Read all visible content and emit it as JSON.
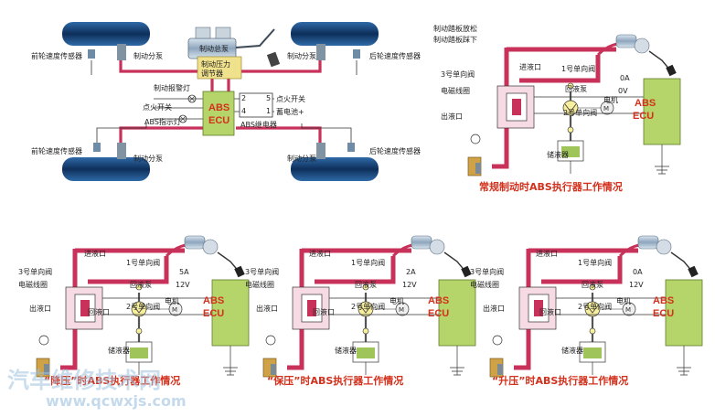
{
  "top_diagram": {
    "left_sensor_top": "前轮速度传感器",
    "left_pump_top": "制动分泵",
    "master_cyl": "制动总泵",
    "regulator_1": "制动压力",
    "regulator_2": "调节器",
    "right_pump_top": "制动分泵",
    "right_sensor_top": "后轮速度传感器",
    "warning_lamp": "制动报警灯",
    "ign_switch_left": "点火开关",
    "abs_lamp": "ABS指示灯",
    "relay": "ABS继电器",
    "ign_switch_right": "点火开关",
    "battery": "蓄电池+",
    "ecu1": "ABS",
    "ecu2": "ECU",
    "left_sensor_bot": "前轮速度传感器",
    "left_pump_bot": "制动分泵",
    "right_pump_bot": "制动分泵",
    "right_sensor_bot": "后轮速度传感器",
    "relay_pin2": "2",
    "relay_pin4": "4",
    "relay_pin5": "5",
    "relay_pin1": "1"
  },
  "panels": [
    {
      "pedal_release": "制动踏板放松",
      "pedal_press": "制动踏板踩下",
      "inlet": "进液口",
      "valve3": "3号单向阀",
      "coil": "电磁线圈",
      "outlet": "出液口",
      "valve1": "1号单向阀",
      "return_pump": "回液泵",
      "valve2": "2号单向阀",
      "motor": "电机",
      "reservoir": "储液器",
      "current": "0A",
      "voltage": "0V",
      "ecu1": "ABS",
      "ecu2": "ECU",
      "caption": "常规制动时ABS执行器工作情况"
    },
    {
      "inlet": "进液口",
      "valve3": "3号单向阀",
      "coil": "电磁线圈",
      "outlet": "出液口",
      "valve1": "1号单向阀",
      "return_pump": "回液泵",
      "valve2": "2号单向阀",
      "motor": "电机",
      "reservoir": "储液器",
      "return_port": "回液口",
      "current": "5A",
      "voltage": "12V",
      "ecu1": "ABS",
      "ecu2": "ECU",
      "caption": "“降压”时ABS执行器工作情况"
    },
    {
      "inlet": "进液口",
      "valve3": "3号单向阀",
      "coil": "电磁线圈",
      "outlet": "出液口",
      "valve1": "1号单向阀",
      "return_pump": "回液泵",
      "valve2": "2号单向阀",
      "motor": "电机",
      "reservoir": "储液器",
      "return_port": "回液口",
      "current": "2A",
      "voltage": "12V",
      "ecu1": "ABS",
      "ecu2": "ECU",
      "caption": "“保压”时ABS执行器工作情况"
    },
    {
      "inlet": "进液口",
      "valve3": "3号单向阀",
      "coil": "电磁线圈",
      "outlet": "出液口",
      "valve1": "1号单向阀",
      "return_pump": "回液泵",
      "valve2": "2号单向阀",
      "motor": "电机",
      "reservoir": "储液器",
      "return_port": "回液口",
      "current": "0A",
      "voltage": "12V",
      "ecu1": "ABS",
      "ecu2": "ECU",
      "caption": "“升压”时ABS执行器工作情况"
    }
  ],
  "watermark": {
    "title": "汽车维修技术网",
    "url": "www.qcwxjs.com"
  },
  "colors": {
    "brake_line": "#c8325a",
    "ecu_fill": "#b5d56a",
    "tire": "#1c4f86",
    "caption": "#d4301c"
  }
}
